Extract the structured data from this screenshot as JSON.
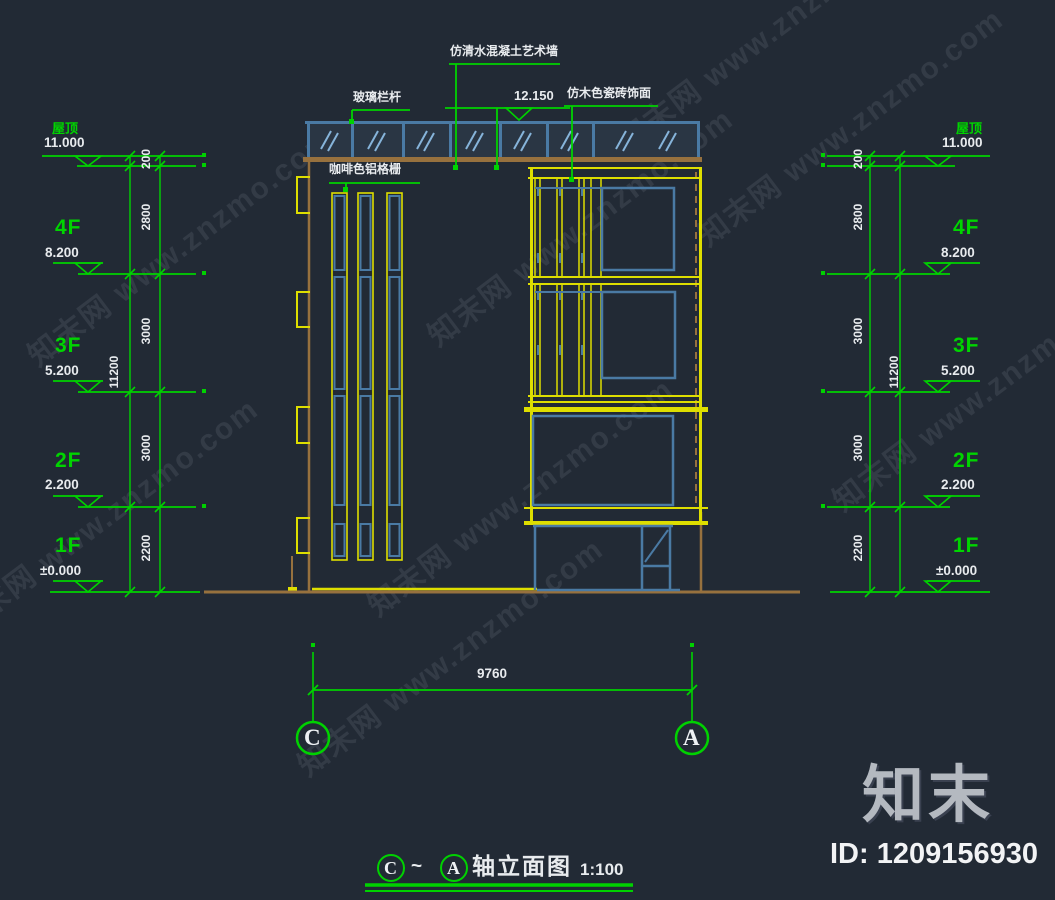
{
  "drawing": {
    "levels": [
      {
        "name": "屋顶",
        "elev": "11.000"
      },
      {
        "name": "4F",
        "elev": "8.200"
      },
      {
        "name": "3F",
        "elev": "5.200"
      },
      {
        "name": "2F",
        "elev": "2.200"
      },
      {
        "name": "1F",
        "elev": "±0.000"
      }
    ],
    "dim_chain": [
      "200",
      "2800",
      "3000",
      "3000",
      "2200"
    ],
    "dim_total": "11200",
    "annotations": {
      "glass_railing": "玻璃栏杆",
      "concrete_wall": "仿清水混凝土艺术墙",
      "parapet_level": "12.150",
      "tile_finish": "仿木色瓷砖饰面",
      "grille": "咖啡色铝格栅"
    },
    "bottom_dim": "9760",
    "axes": {
      "left": "C",
      "right": "A"
    }
  },
  "title": {
    "from": "C",
    "tilde": "~",
    "to": "A",
    "name": "轴立面图",
    "scale": "1:100"
  },
  "watermark": {
    "text": "知末网 www.znzmo.com"
  },
  "branding": {
    "logo": "知末",
    "id": "ID: 1209156930"
  }
}
